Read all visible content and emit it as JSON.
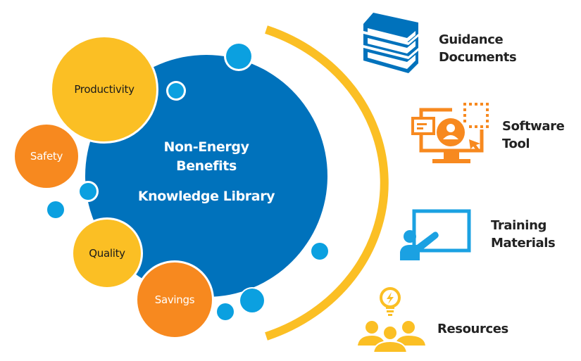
{
  "diagram": {
    "center": {
      "line1": "Non-Energy",
      "line2": "Benefits",
      "line3": "Knowledge Library",
      "color": "#0072BC"
    },
    "benefits": [
      {
        "label": "Productivity",
        "color": "#FBBF24",
        "text_color": "#1a1a1a"
      },
      {
        "label": "Safety",
        "color": "#F7891F",
        "text_color": "#ffffff"
      },
      {
        "label": "Quality",
        "color": "#FBBF24",
        "text_color": "#1a1a1a"
      },
      {
        "label": "Savings",
        "color": "#F7891F",
        "text_color": "#ffffff"
      }
    ],
    "resources": [
      {
        "icon": "books-icon",
        "line1": "Guidance",
        "line2": "Documents",
        "color": "#0072BC"
      },
      {
        "icon": "computer-user-icon",
        "line1": "Software",
        "line2": "Tool",
        "color": "#F7891F"
      },
      {
        "icon": "presentation-board-icon",
        "line1": "Training",
        "line2": "Materials",
        "color": "#1BA1E2"
      },
      {
        "icon": "people-idea-icon",
        "line1": "Resources",
        "line2": "",
        "color": "#FBBF24"
      }
    ],
    "colors": {
      "dot": "#0BA0E0",
      "arc": "#FBBF24"
    }
  }
}
